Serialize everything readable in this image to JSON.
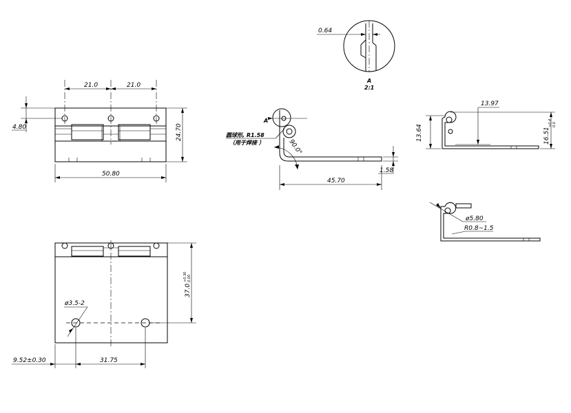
{
  "front_view": {
    "hole_spacing_left": "21.0",
    "hole_spacing_right": "21.0",
    "hole_offset": "4.80",
    "height": "24.70",
    "width": "50.80"
  },
  "detail_view": {
    "thickness": "0.64",
    "label": "A",
    "scale": "2:1"
  },
  "side_view": {
    "callout_label": "A",
    "note_line1": "圆球形, R1.58",
    "note_line2": "（用于焊接  ）",
    "bend_angle": "90.0°",
    "leg_length": "45.70",
    "thickness": "1.58"
  },
  "end_view": {
    "leg_height": "13.64",
    "leg_width": "13.97",
    "overall_height": "16.51",
    "tol_upper": "+0.4",
    "tol_lower": "0.0"
  },
  "knuckle_view": {
    "diameter": "ø5.80",
    "radius": "R0.8~1.5"
  },
  "plan_view": {
    "hole_spec": "ø3.5-2",
    "depth": "37.0",
    "tol_upper": "+0.30",
    "tol_lower": "0.00",
    "edge_offset": "9.52±0.30",
    "hole_pitch": "31.75"
  }
}
